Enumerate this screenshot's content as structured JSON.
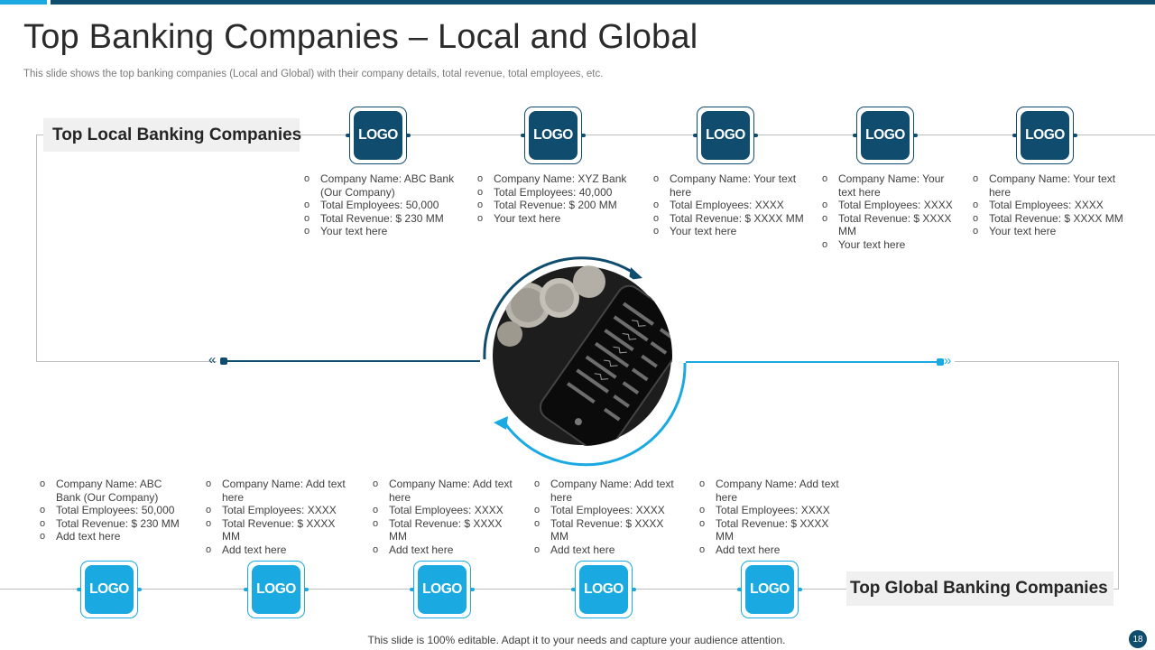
{
  "slide": {
    "title": "Top Banking Companies – Local and Global",
    "subtitle": "This slide shows the top banking companies (Local and Global) with their company details, total revenue, total employees, etc.",
    "footer": "This slide is 100% editable. Adapt it to your  needs and capture your audience attention.",
    "page_number": "18"
  },
  "colors": {
    "dark": "#0f4c6e",
    "light": "#1aa9e0"
  },
  "local": {
    "label": "Top Local Banking Companies",
    "logo_text": "LOGO",
    "companies": [
      {
        "lines": [
          "Company Name: ABC Bank (Our Company)",
          "Total Employees: 50,000",
          "Total Revenue: $ 230 MM",
          "Your text here"
        ]
      },
      {
        "lines": [
          "Company Name: XYZ  Bank",
          "Total Employees: 40,000",
          "Total Revenue: $ 200 MM",
          "Your text here"
        ]
      },
      {
        "lines": [
          "Company Name: Your text here",
          "Total Employees: XXXX",
          "Total Revenue: $ XXXX MM",
          "Your text here"
        ]
      },
      {
        "lines": [
          "Company Name: Your text here",
          "Total Employees: XXXX",
          "Total Revenue: $ XXXX  MM",
          "Your text here"
        ]
      },
      {
        "lines": [
          "Company Name: Your text here",
          "Total Employees: XXXX",
          "Total Revenue: $ XXXX MM",
          "Your text here"
        ]
      }
    ]
  },
  "global": {
    "label": "Top Global Banking Companies",
    "logo_text": "LOGO",
    "companies": [
      {
        "lines": [
          "Company Name: ABC Bank (Our Company)",
          "Total Employees: 50,000",
          "Total Revenue: $ 230 MM",
          "Add text here"
        ]
      },
      {
        "lines": [
          "Company Name: Add text here",
          "Total Employees: XXXX",
          "Total Revenue: $ XXXX MM",
          "Add text here"
        ]
      },
      {
        "lines": [
          "Company Name: Add text here",
          "Total Employees: XXXX",
          "Total Revenue: $ XXXX MM",
          "Add text here"
        ]
      },
      {
        "lines": [
          "Company Name: Add text here",
          "Total Employees: XXXX",
          "Total Revenue: $ XXXX MM",
          "Add text here"
        ]
      },
      {
        "lines": [
          "Company Name: Add text here",
          "Total Employees: XXXX",
          "Total Revenue: $ XXXX MM",
          "Add text here"
        ]
      }
    ]
  },
  "icons": {
    "left_arrow": "«",
    "right_arrow": "»",
    "center_image": "smartphone-with-coins-image"
  }
}
